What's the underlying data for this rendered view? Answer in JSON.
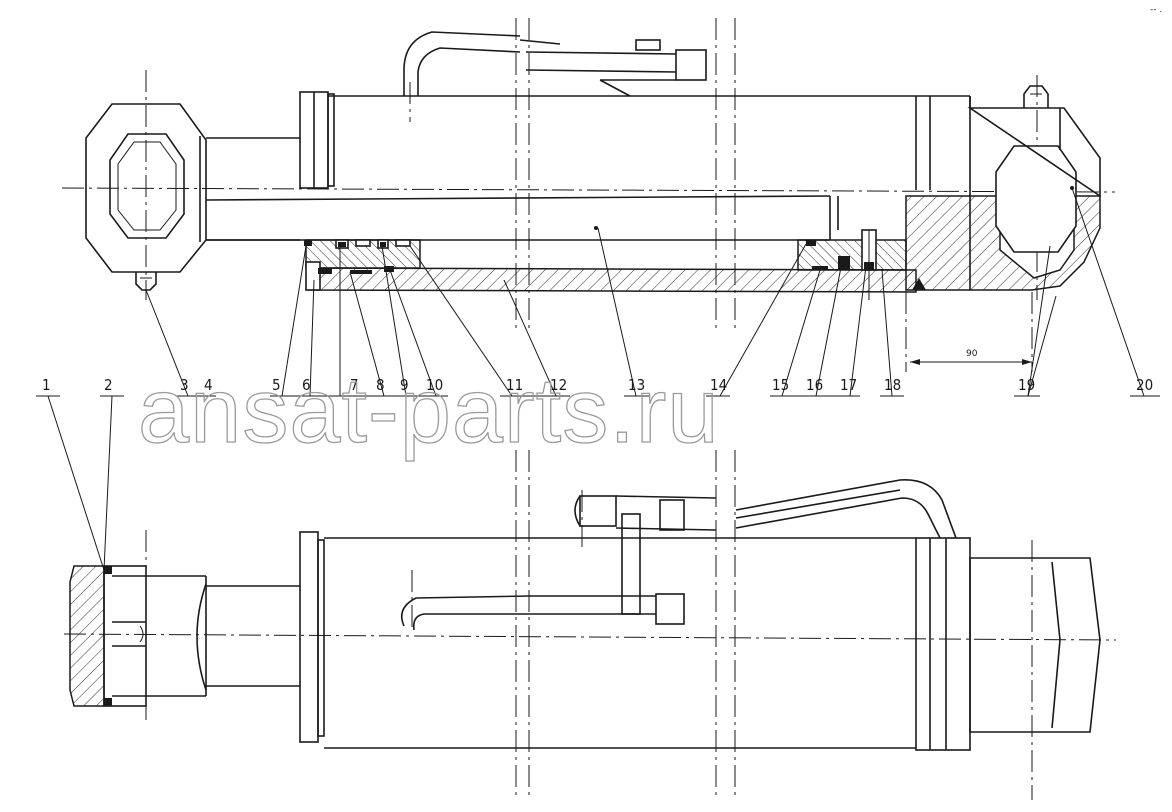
{
  "callouts": [
    "1",
    "2",
    "3",
    "4",
    "5",
    "6",
    "7",
    "8",
    "9",
    "10",
    "11",
    "12",
    "13",
    "14",
    "15",
    "16",
    "17",
    "18",
    "19",
    "20"
  ],
  "dimension": "90",
  "watermark": "ansat-parts.ru",
  "corner_mark": "-- ."
}
